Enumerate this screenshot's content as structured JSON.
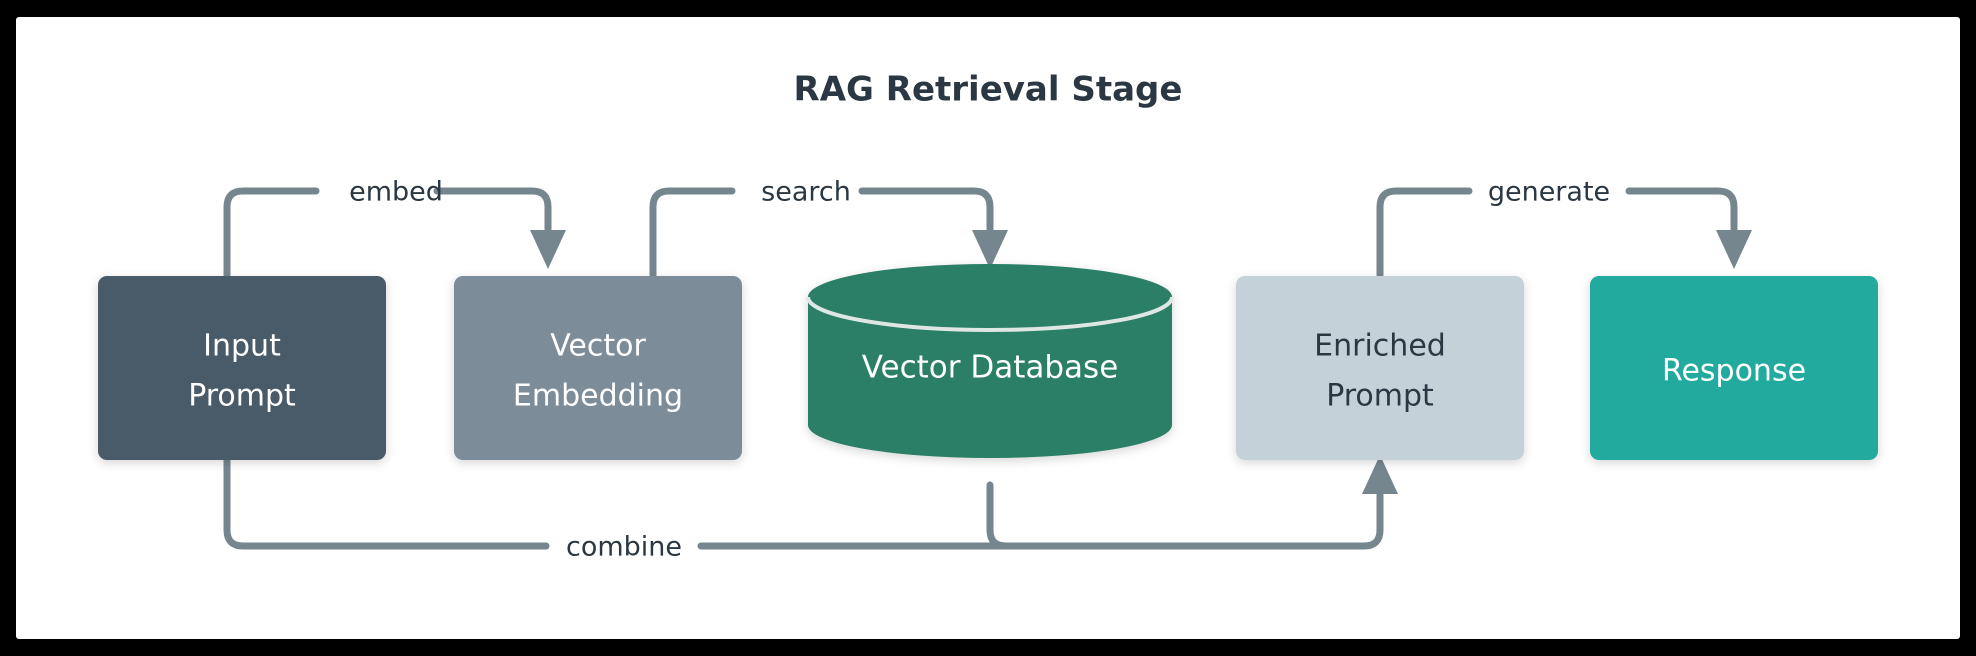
{
  "diagram": {
    "title": "RAG Retrieval Stage",
    "background": "#ffffff",
    "frame_color": "#000000",
    "edge_color": "#76868f",
    "nodes": [
      {
        "id": "input-prompt",
        "label_line1": "Input",
        "label_line2": "Prompt",
        "shape": "rounded-rect",
        "fill": "#4a5a68",
        "text_color": "#ffffff"
      },
      {
        "id": "vector-embedding",
        "label_line1": "Vector",
        "label_line2": "Embedding",
        "shape": "rounded-rect",
        "fill": "#7d8c99",
        "text_color": "#ffffff"
      },
      {
        "id": "vector-database",
        "label_line1": "Vector Database",
        "label_line2": "",
        "shape": "cylinder",
        "fill": "#2a7f66",
        "text_color": "#ffffff"
      },
      {
        "id": "enriched-prompt",
        "label_line1": "Enriched",
        "label_line2": "Prompt",
        "shape": "rounded-rect",
        "fill": "#c4d1d9",
        "text_color": "#2b3843"
      },
      {
        "id": "response",
        "label_line1": "Response",
        "label_line2": "",
        "shape": "rounded-rect",
        "fill": "#22aa9e",
        "text_color": "#ffffff"
      }
    ],
    "edges": [
      {
        "id": "embed",
        "label": "embed",
        "from": "input-prompt",
        "to": "vector-embedding",
        "route": "top"
      },
      {
        "id": "search",
        "label": "search",
        "from": "vector-embedding",
        "to": "vector-database",
        "route": "top"
      },
      {
        "id": "generate",
        "label": "generate",
        "from": "enriched-prompt",
        "to": "response",
        "route": "top"
      },
      {
        "id": "combine",
        "label": "combine",
        "from": "input-prompt",
        "to": "enriched-prompt",
        "route": "bottom"
      }
    ]
  }
}
